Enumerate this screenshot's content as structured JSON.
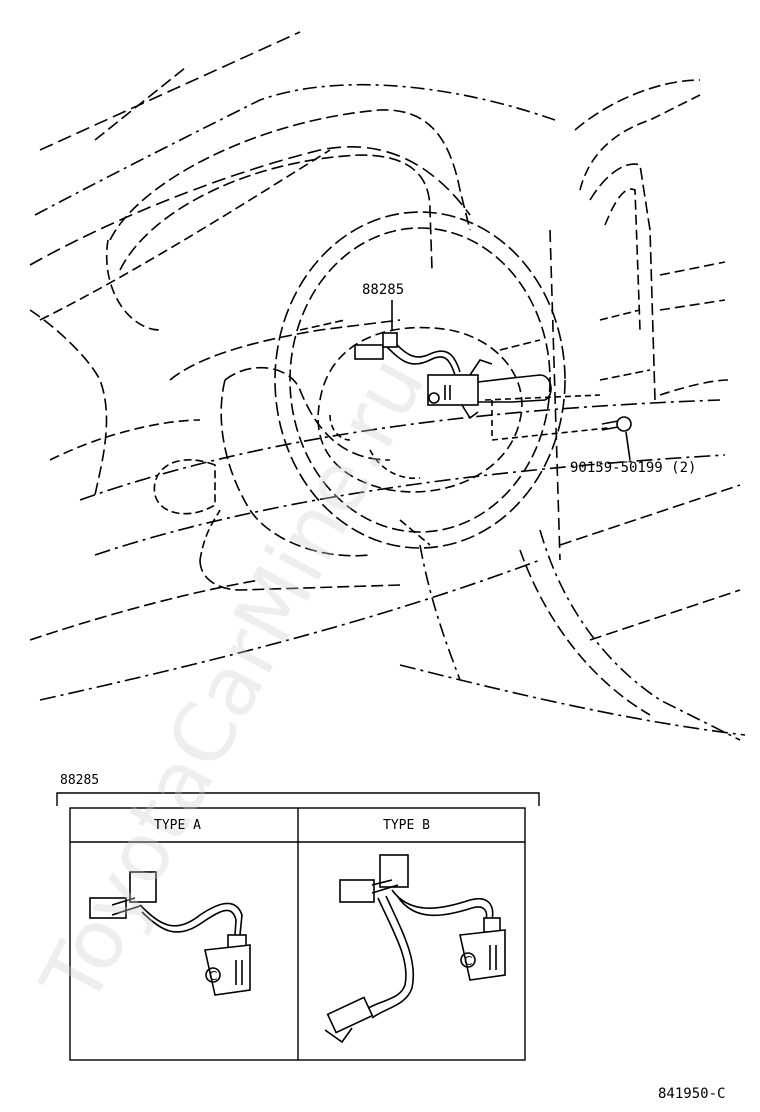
{
  "callouts": {
    "part_88285": "88285",
    "part_bolt": "90159-50199 (2)"
  },
  "detail": {
    "group_label": "88285",
    "type_a": "TYPE A",
    "type_b": "TYPE B"
  },
  "diagram_code": "841950-C",
  "watermark": "ToyotaCarMine.ru"
}
